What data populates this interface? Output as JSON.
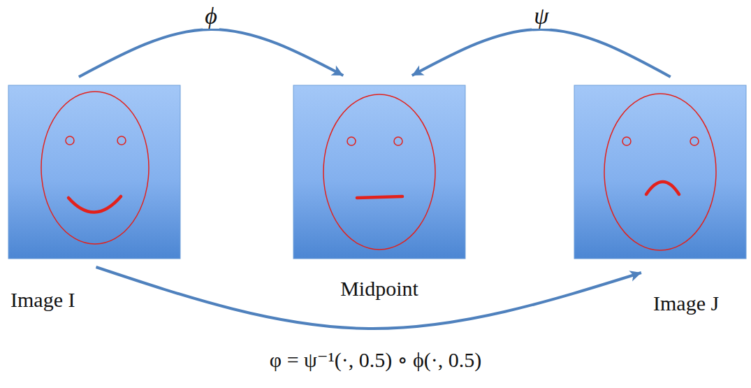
{
  "diagram": {
    "caption": "φ = ψ⁻¹(·, 0.5) ∘ ϕ(·, 0.5)",
    "nodes": [
      {
        "text": [
          "Image I"
        ]
      },
      {
        "text": [
          "Midpoint"
        ]
      },
      {
        "text": [
          "Image J"
        ]
      }
    ],
    "edges": [
      {
        "from": 0,
        "to": 1,
        "label": "ϕ",
        "arrow": "to"
      },
      {
        "from": 2,
        "to": 1,
        "label": "ψ",
        "arrow": "to"
      },
      {
        "from": 0,
        "to": 2,
        "arrow": "to"
      }
    ]
  }
}
